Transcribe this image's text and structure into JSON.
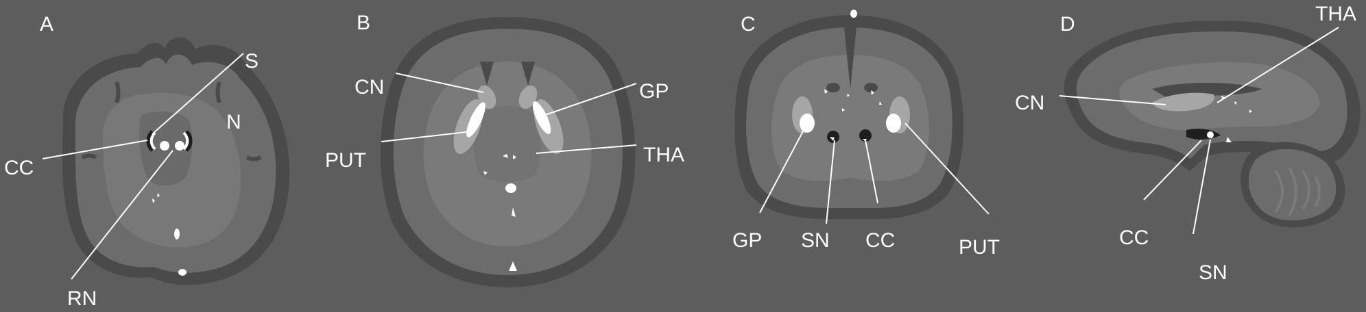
{
  "figure": {
    "background": "#5d5d5d",
    "tissue_colors": {
      "csf": "#4a4a4a",
      "gray_matter": "#6c6c6c",
      "white_matter": "#7d7d7d",
      "deep_nuclei": "#a6a6a6",
      "iron_rich": "#ffffff",
      "dark_nuclei": "#1e1e1e"
    },
    "panels": [
      {
        "id": "A",
        "view": "axial-midbrain",
        "labels": {
          "panel": "A",
          "s": "S",
          "n": "N",
          "cc": "CC",
          "rn": "RN"
        }
      },
      {
        "id": "B",
        "view": "axial-basal-ganglia",
        "labels": {
          "panel": "B",
          "cn": "CN",
          "gp": "GP",
          "put": "PUT",
          "tha": "THA"
        }
      },
      {
        "id": "C",
        "view": "coronal",
        "labels": {
          "panel": "C",
          "gp": "GP",
          "sn": "SN",
          "cc": "CC",
          "put": "PUT"
        }
      },
      {
        "id": "D",
        "view": "sagittal",
        "labels": {
          "panel": "D",
          "tha": "THA",
          "cn": "CN",
          "cc": "CC",
          "sn": "SN"
        }
      }
    ]
  }
}
